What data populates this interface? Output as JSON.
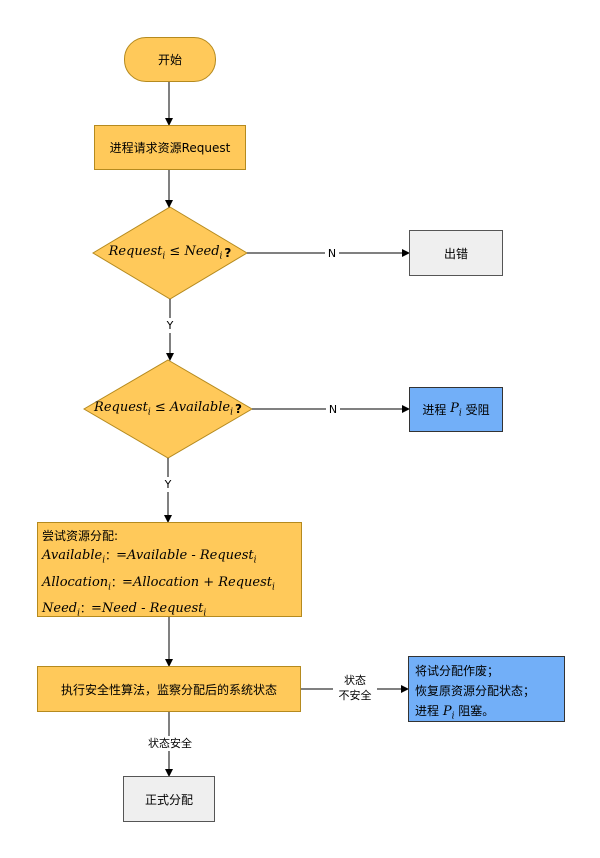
{
  "nodes": {
    "start": "开始",
    "request": "进程请求资源Request",
    "cond1": {
      "a": "Request",
      "a_sub": "i",
      "op": " ≤ ",
      "b": "Need",
      "b_sub": "i",
      "q": "?"
    },
    "error": "出错",
    "cond2": {
      "a": "Request",
      "a_sub": "i",
      "op": " ≤ ",
      "b": "Available",
      "b_sub": "i",
      "q": "?"
    },
    "blocked": {
      "pre": "进程 ",
      "p": "P",
      "p_sub": "i",
      "post": " 受阻"
    },
    "try": {
      "title": "尝试资源分配:",
      "line1": {
        "lhs": "Available",
        "lhs_sub": "i",
        "sep": "：",
        "rhs": "=Available - Request",
        "rhs_sub": "i"
      },
      "line2": {
        "lhs": "Allocation",
        "lhs_sub": "i",
        "sep": "：",
        "rhs": "=Allocation + Request",
        "rhs_sub": "i"
      },
      "line3": {
        "lhs": "Need",
        "lhs_sub": "i",
        "sep": "：",
        "rhs": "=Need - Request",
        "rhs_sub": "i"
      }
    },
    "safety": "执行安全性算法，监察分配后的系统状态",
    "rollback": {
      "line1": "将试分配作废；",
      "line2": "恢复原资源分配状态；",
      "line3_pre": "进程 ",
      "p": "P",
      "p_sub": "i",
      "line3_post": " 阻塞。"
    },
    "final": "正式分配"
  },
  "edges": {
    "n1": "N",
    "y1": "Y",
    "n2": "N",
    "y2": "Y",
    "unsafe_1": "状态",
    "unsafe_2": "不安全",
    "safe": "状态安全"
  },
  "colors": {
    "yellow": "#ffc95a",
    "blue": "#72aff8",
    "gray": "#efefef"
  }
}
